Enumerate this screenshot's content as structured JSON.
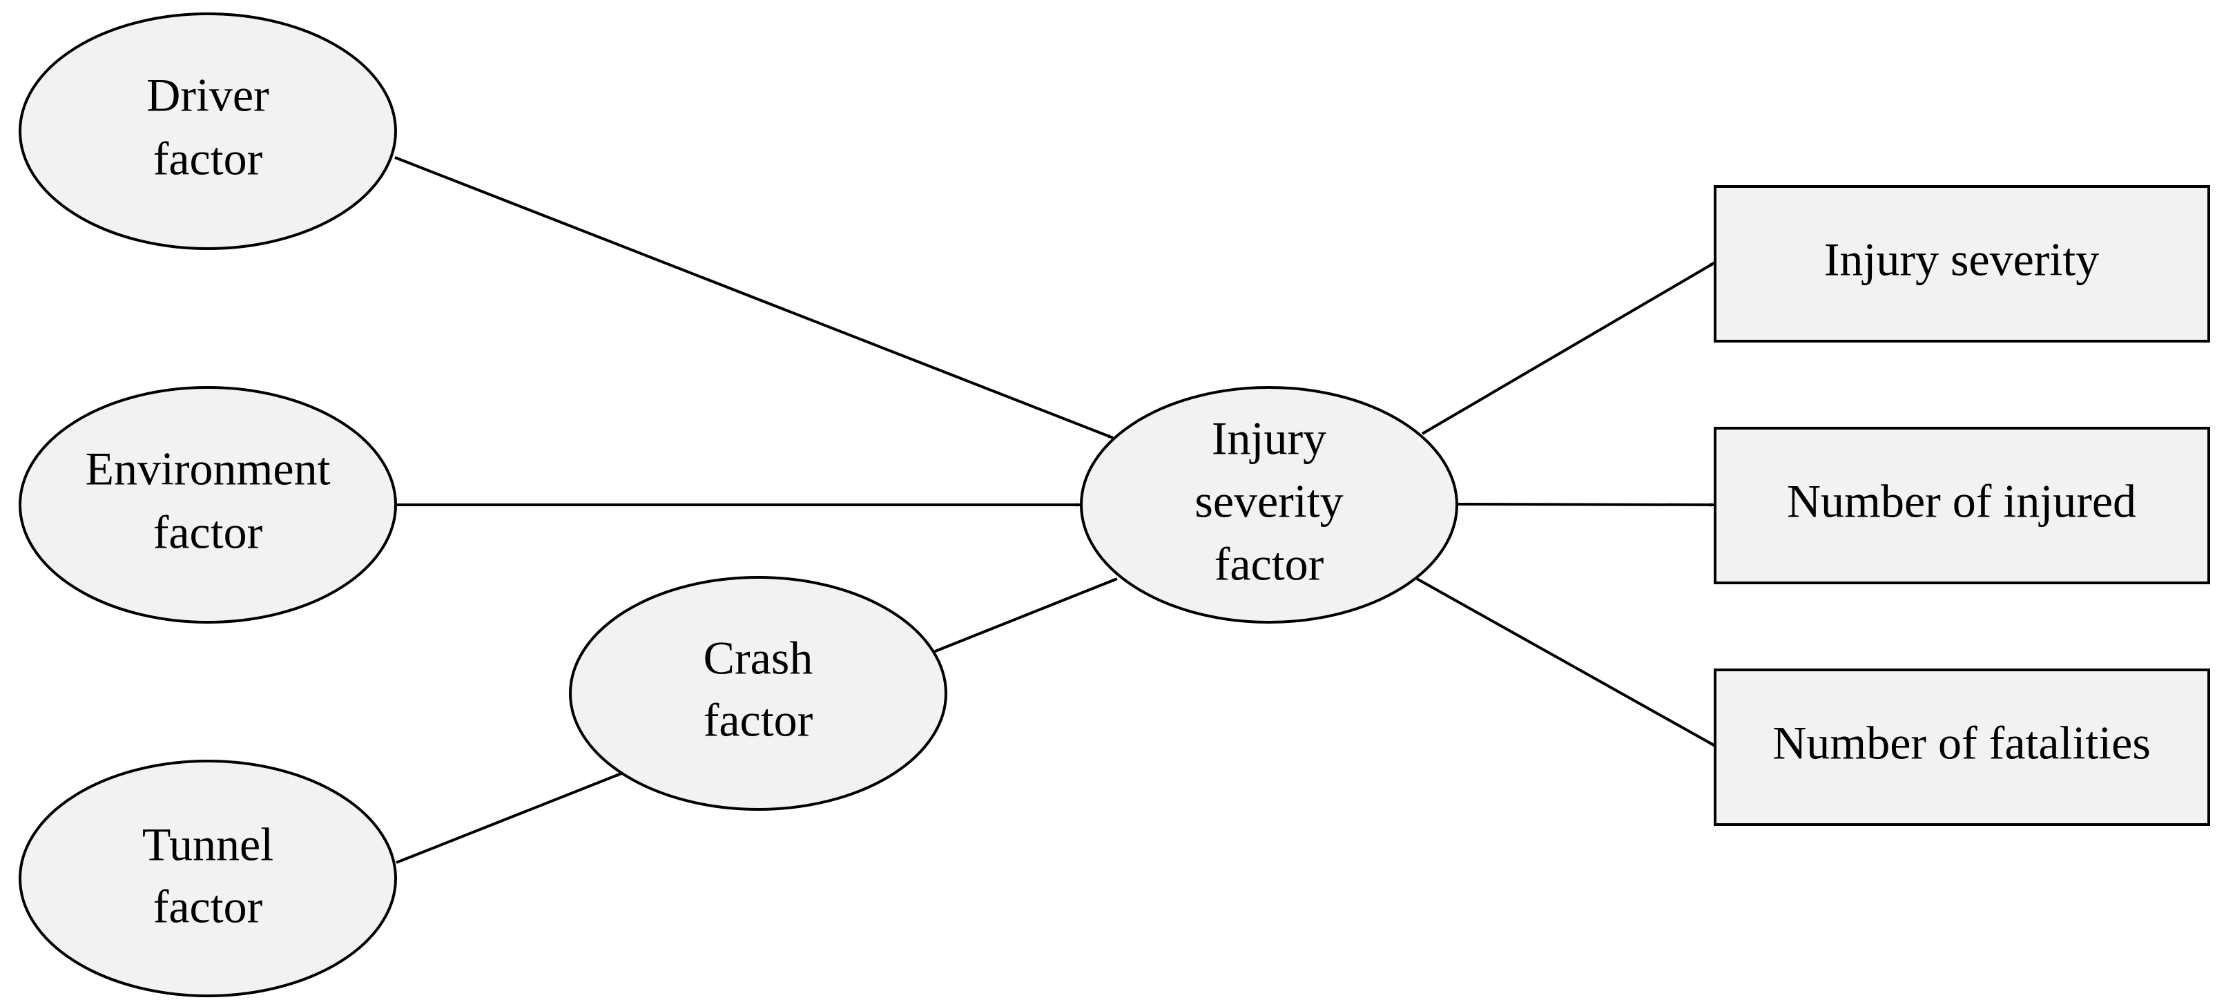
{
  "colors": {
    "node_fill": "#f2f2f2",
    "stroke": "#000000",
    "background": "#ffffff"
  },
  "nodes": {
    "driver": {
      "shape": "ellipse",
      "lines": [
        "Driver",
        "factor"
      ]
    },
    "environment": {
      "shape": "ellipse",
      "lines": [
        "Environment",
        "factor"
      ]
    },
    "tunnel": {
      "shape": "ellipse",
      "lines": [
        "Tunnel",
        "factor"
      ]
    },
    "crash": {
      "shape": "ellipse",
      "lines": [
        "Crash",
        "factor"
      ]
    },
    "injury_factor": {
      "shape": "ellipse",
      "lines": [
        "Injury",
        "severity",
        "factor"
      ]
    },
    "injury_severity": {
      "shape": "rectangle",
      "lines": [
        "Injury severity"
      ]
    },
    "number_injured": {
      "shape": "rectangle",
      "lines": [
        "Number of injured"
      ]
    },
    "number_fatalities": {
      "shape": "rectangle",
      "lines": [
        "Number of fatalities"
      ]
    }
  },
  "edges": [
    {
      "from": "driver",
      "to": "injury_factor"
    },
    {
      "from": "environment",
      "to": "injury_factor"
    },
    {
      "from": "tunnel",
      "to": "crash"
    },
    {
      "from": "crash",
      "to": "injury_factor"
    },
    {
      "from": "injury_factor",
      "to": "injury_severity"
    },
    {
      "from": "injury_factor",
      "to": "number_injured"
    },
    {
      "from": "injury_factor",
      "to": "number_fatalities"
    }
  ]
}
